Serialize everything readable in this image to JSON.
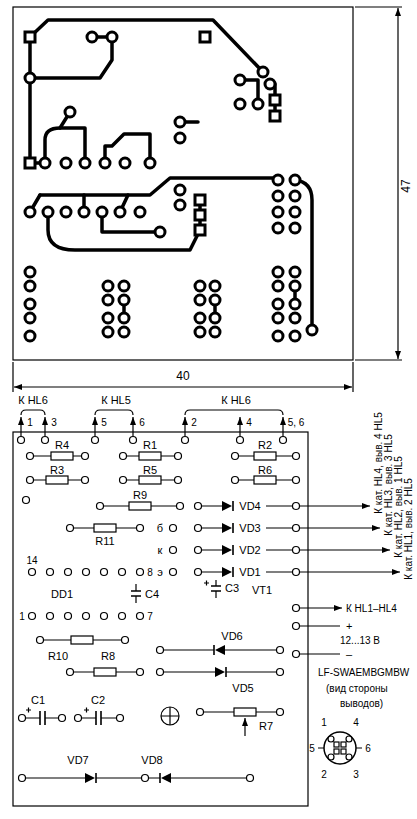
{
  "diagram": {
    "labels": [
      "47",
      "40",
      "К HL6",
      "1",
      "3",
      "К HL5",
      "5",
      "6",
      "К HL6",
      "2",
      "4",
      "5, 6",
      "R4",
      "R1",
      "R2",
      "R3",
      "R5",
      "R6",
      "R9",
      "VD4",
      "б",
      "R11",
      "VD3",
      "к",
      "VD2",
      "14",
      "8",
      "э",
      "VD1",
      "VT1",
      "DD1",
      "C4",
      "C3",
      "1",
      "7",
      "R10",
      "R8",
      "VD6",
      "VD5",
      "C1",
      "C2",
      "R7",
      "VD7",
      "VD8",
      "К кат. HL4, выв. 4 HL5",
      "К кат. HL3, выв. 3 HL5",
      "К кат. HL2, выв. 1 HL5",
      "К кат. HL1, выв. 2 HL5",
      "К HL1–HL4",
      "+",
      "12...13 В",
      "–",
      "LF-SWAEMBGMBW",
      "(вид стороны",
      "выводов)",
      "1",
      "4",
      "5",
      "6",
      "2",
      "3"
    ]
  }
}
